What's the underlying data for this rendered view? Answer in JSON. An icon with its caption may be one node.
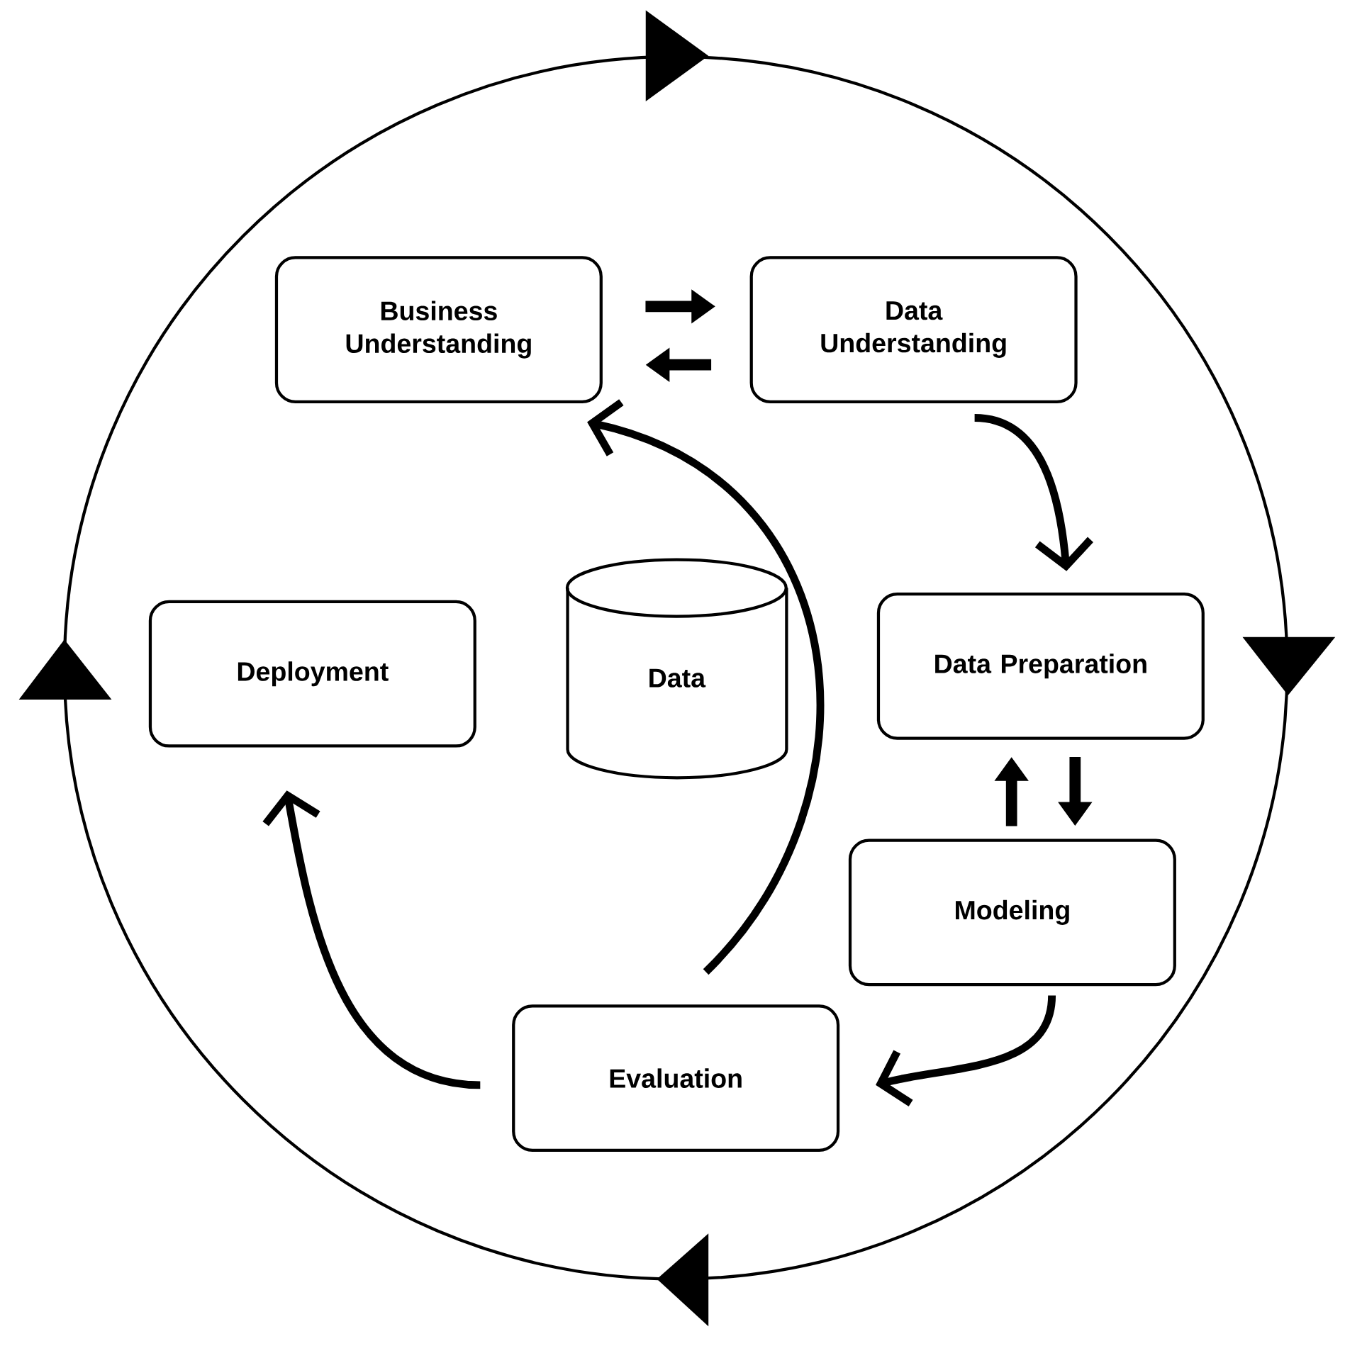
{
  "diagram": {
    "nodes": [
      {
        "text": [
          "Business Understanding"
        ]
      },
      {
        "text": [
          "Data Understanding"
        ]
      },
      {
        "text": [
          "Deployment"
        ]
      },
      {
        "text": [
          "Data"
        ]
      },
      {
        "text": [
          "Data Preparation"
        ]
      },
      {
        "text": [
          "Modeling"
        ]
      },
      {
        "text": [
          "Evaluation"
        ]
      }
    ],
    "edges": [
      {
        "from": 0,
        "to": 1,
        "arrow": "to"
      },
      {
        "from": 1,
        "to": 0,
        "arrow": "to"
      },
      {
        "from": 1,
        "to": 4,
        "arrow": "to"
      },
      {
        "from": 4,
        "to": 5,
        "arrow": "to"
      },
      {
        "from": 5,
        "to": 4,
        "arrow": "to"
      },
      {
        "from": 5,
        "to": 6,
        "arrow": "to"
      },
      {
        "from": 6,
        "to": 2,
        "arrow": "to"
      },
      {
        "from": 6,
        "to": 0,
        "arrow": "to"
      }
    ]
  }
}
